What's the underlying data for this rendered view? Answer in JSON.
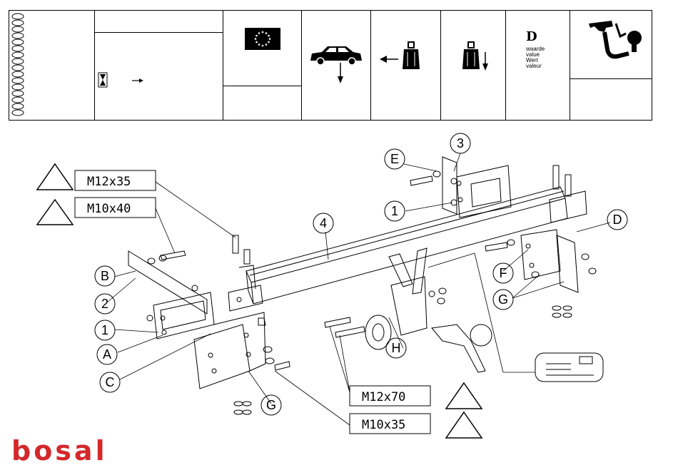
{
  "header": {
    "d_value": {
      "letter": "D",
      "words": [
        "waarde",
        "value",
        "Wert",
        "valeur"
      ]
    },
    "icons": [
      "eu-flag-icon",
      "car-vertical-load-icon",
      "horizontal-weight-icon",
      "vertical-weight-icon",
      "towbar-icon",
      "hourglass-icon",
      "arrow-right-icon"
    ]
  },
  "callouts": {
    "bolts": [
      "M12x35",
      "M10x40",
      "M12x70",
      "M10x35"
    ],
    "parts": [
      "B",
      "2",
      "1",
      "A",
      "C",
      "G",
      "3",
      "E",
      "1",
      "4",
      "D",
      "F",
      "G",
      "H"
    ]
  },
  "logo": {
    "text": "bosal",
    "color": "#d4282b"
  }
}
